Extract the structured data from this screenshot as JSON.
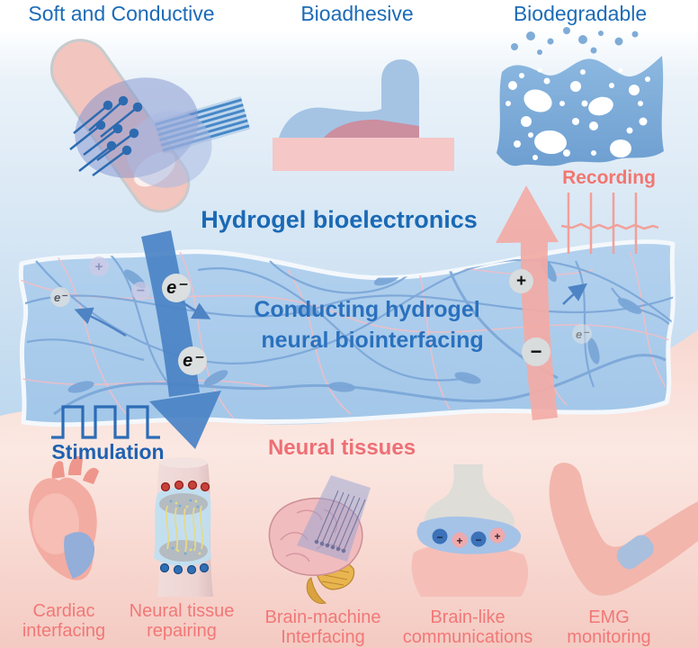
{
  "colors": {
    "blue_text": "#1C6BB7",
    "salmon_text": "#F27672",
    "band_blue": "#A9CBEA",
    "arrow_blue": "#4A83C6",
    "arrow_pink": "#F3ABA5"
  },
  "headers": {
    "soft_conductive": "Soft and Conductive",
    "bioadhesive": "Bioadhesive",
    "biodegradable": "Biodegradable"
  },
  "titles": {
    "main": "Hydrogel bioelectronics",
    "band_line1": "Conducting hydrogel",
    "band_line2": "neural biointerfacing",
    "neural_tissues": "Neural tissues"
  },
  "annotations": {
    "recording": "Recording",
    "stimulation": "Stimulation"
  },
  "symbols": {
    "electron": "e⁻",
    "plus": "+",
    "minus": "−"
  },
  "applications": [
    {
      "line1": "Cardiac",
      "line2": "interfacing"
    },
    {
      "line1": "Neural tissue",
      "line2": "repairing"
    },
    {
      "line1": "Brain-machine",
      "line2": "Interfacing"
    },
    {
      "line1": "Brain-like",
      "line2": "communications"
    },
    {
      "line1": "EMG",
      "line2": "monitoring"
    }
  ]
}
